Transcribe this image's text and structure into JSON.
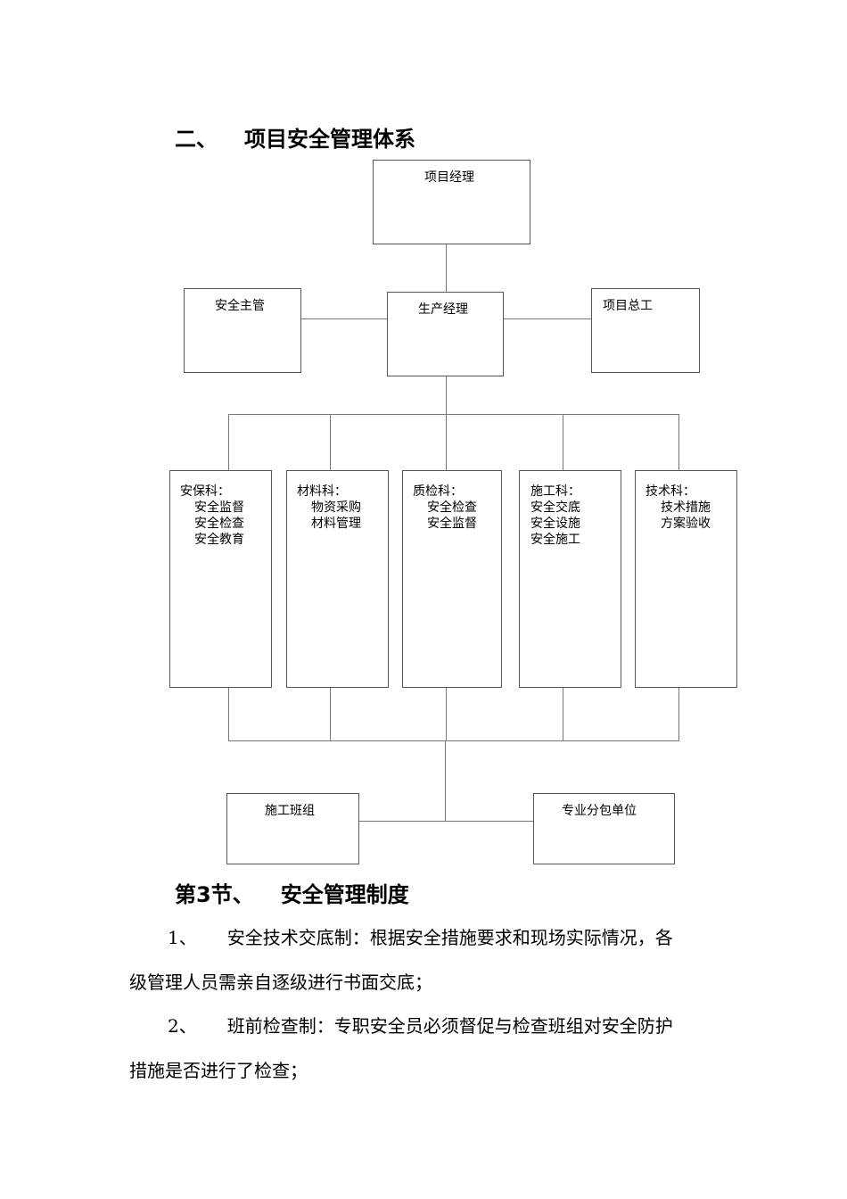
{
  "section2": {
    "number": "二、",
    "title": "项目安全管理体系"
  },
  "org": {
    "top": "项目经理",
    "left": "安全主管",
    "center": "生产经理",
    "right": "项目总工",
    "departments": [
      {
        "name": "安保科：",
        "items": [
          "安全监督",
          "安全检查",
          "安全教育"
        ]
      },
      {
        "name": "材料科：",
        "items": [
          "物资采购",
          "材料管理"
        ]
      },
      {
        "name": "质检科：",
        "items": [
          "安全检查",
          "安全监督"
        ]
      },
      {
        "name": "施工科：",
        "items": [
          "安全交底",
          "安全设施",
          "安全施工"
        ]
      },
      {
        "name": "技术科：",
        "items": [
          "技术措施",
          "方案验收"
        ]
      }
    ],
    "bottom_left": "施工班组",
    "bottom_right": "专业分包单位"
  },
  "section3": {
    "number": "第3节、",
    "title": "安全管理制度"
  },
  "paragraphs": [
    {
      "num": "1、",
      "line1": "安全技术交底制：根据安全措施要求和现场实际情况，各",
      "line2": "级管理人员需亲自逐级进行书面交底；"
    },
    {
      "num": "2、",
      "line1": "班前检查制：专职安全员必须督促与检查班组对安全防护",
      "line2": "措施是否进行了检查；"
    }
  ]
}
